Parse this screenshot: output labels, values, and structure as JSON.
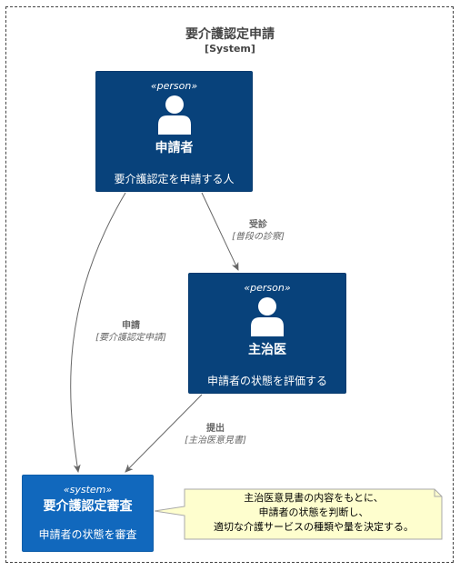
{
  "boundary": {
    "name": "要介護認定申請",
    "type": "[System]"
  },
  "nodes": {
    "applicant": {
      "stereotype": "«person»",
      "name": "申請者",
      "description": "要介護認定を申請する人"
    },
    "doctor": {
      "stereotype": "«person»",
      "name": "主治医",
      "description": "申請者の状態を評価する"
    },
    "review": {
      "stereotype": "«system»",
      "name": "要介護認定審査",
      "description": "申請者の状態を審査"
    }
  },
  "edges": {
    "consult": {
      "label": "受診",
      "technology": "[普段の診察]"
    },
    "apply": {
      "label": "申請",
      "technology": "[要介護認定申請]"
    },
    "submit": {
      "label": "提出",
      "technology": "[主治医意見書]"
    }
  },
  "note": {
    "lines": [
      "主治医意見書の内容をもとに、",
      "申請者の状態を判断し、",
      "適切な介護サービスの種類や量を決定する。"
    ]
  },
  "colors": {
    "person": "#08427b",
    "system": "#1168bd",
    "note_fill": "#fefece",
    "line": "#666666",
    "boundary": "#444444"
  }
}
